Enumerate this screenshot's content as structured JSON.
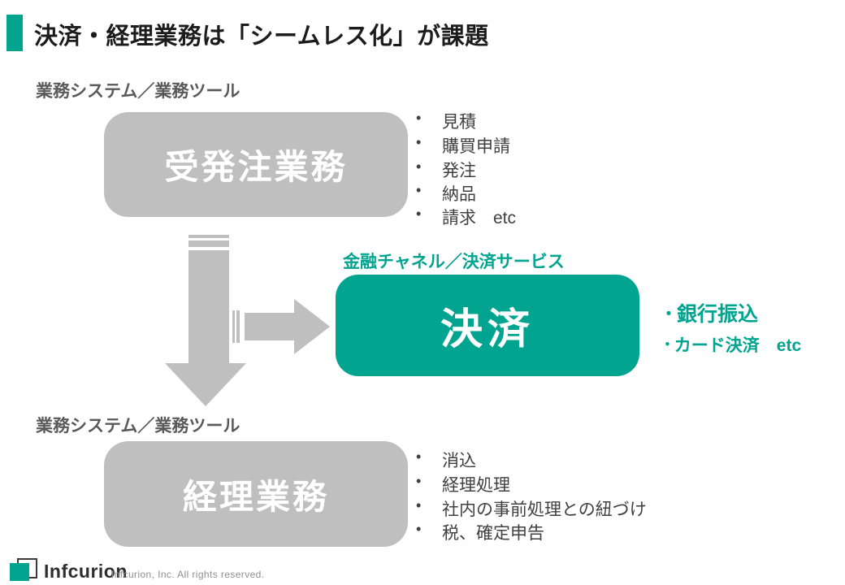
{
  "slide": {
    "title": "決済・経理業務は「シームレス化」が課題"
  },
  "sections": {
    "order_ops": {
      "label": "業務システム／業務ツール",
      "box": "受発注業務",
      "bullets": [
        "見積",
        "購買申請",
        "発注",
        "納品",
        "請求　etc"
      ]
    },
    "payment": {
      "label": "金融チャネル／決済サービス",
      "box": "決済",
      "bullets": [
        "銀行振込",
        "カード決済　etc"
      ]
    },
    "accounting": {
      "label": "業務システム／業務ツール",
      "box": "経理業務",
      "bullets": [
        "消込",
        "経理処理",
        "社内の事前処理との紐づけ",
        "税、確定申告"
      ]
    }
  },
  "markers": {
    "dot": "•",
    "middot": "・"
  },
  "footer": {
    "brand": "Infcurion",
    "copyright": "Infcurion, Inc.  All rights reserved."
  },
  "colors": {
    "teal": "#00A48F",
    "box_gray": "#BFBFBF",
    "label_gray": "#595959",
    "text_dark": "#404040"
  }
}
